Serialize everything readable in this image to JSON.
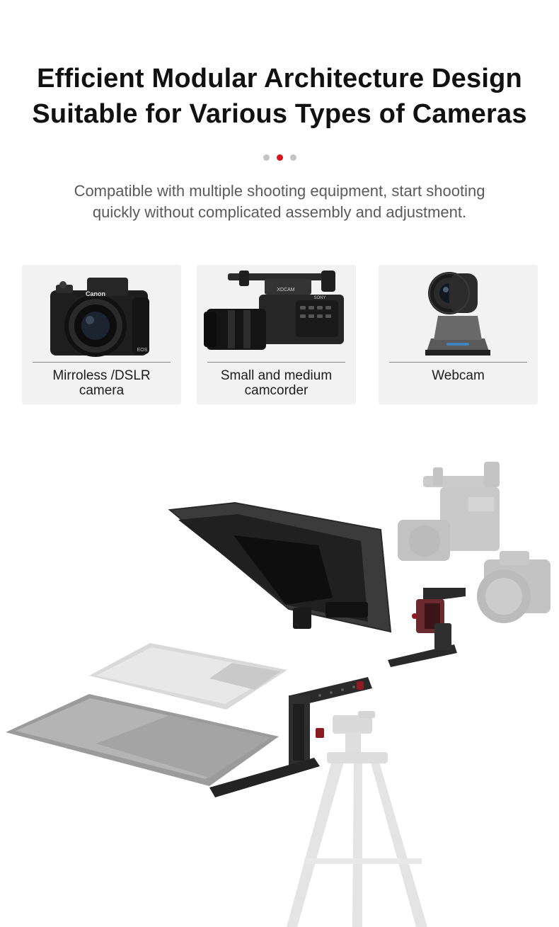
{
  "header": {
    "title_line1": "Efficient Modular Architecture Design",
    "title_line2": "Suitable for Various Types of Cameras",
    "pager": {
      "count": 3,
      "active_index": 1
    },
    "description_line1": "Compatible with multiple shooting equipment, start shooting",
    "description_line2": "quickly without complicated assembly and adjustment."
  },
  "cards": [
    {
      "label_line1": "Mirroless /DSLR",
      "label_line2": "camera",
      "icon": "dslr-camera-icon",
      "brand": "Canon",
      "model": "EOS"
    },
    {
      "label_line1": "Small and medium",
      "label_line2": "camcorder",
      "icon": "camcorder-icon",
      "brand": "SONY",
      "badge": "XDCAM"
    },
    {
      "label_line1": "Webcam",
      "label_line2": "",
      "icon": "webcam-icon"
    }
  ],
  "colors": {
    "accent": "#d8141c",
    "dot_inactive": "#c4c4c4",
    "card_bg": "#f2f2f2",
    "title": "#111111",
    "subtitle": "#5a5a5a"
  }
}
